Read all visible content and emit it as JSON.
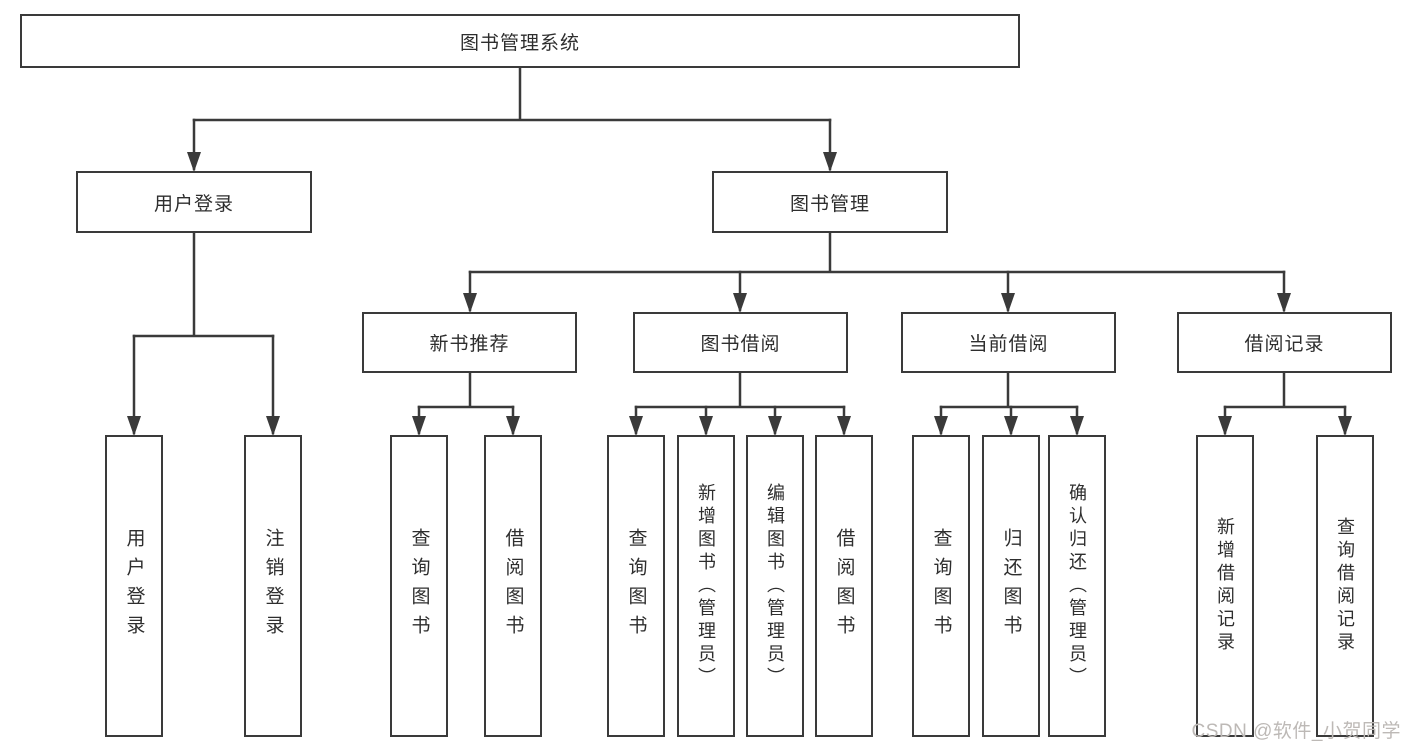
{
  "tree": {
    "label": "图书管理系统",
    "children": [
      {
        "label": "用户登录",
        "children": [
          {
            "label": "用户登录"
          },
          {
            "label": "注销登录"
          }
        ]
      },
      {
        "label": "图书管理",
        "children": [
          {
            "label": "新书推荐",
            "children": [
              {
                "label": "查询图书"
              },
              {
                "label": "借阅图书"
              }
            ]
          },
          {
            "label": "图书借阅",
            "children": [
              {
                "label": "查询图书"
              },
              {
                "label": "新增图书（管理员）"
              },
              {
                "label": "编辑图书（管理员）"
              },
              {
                "label": "借阅图书"
              }
            ]
          },
          {
            "label": "当前借阅",
            "children": [
              {
                "label": "查询图书"
              },
              {
                "label": "归还图书"
              },
              {
                "label": "确认归还（管理员）"
              }
            ]
          },
          {
            "label": "借阅记录",
            "children": [
              {
                "label": "新增借阅记录"
              },
              {
                "label": "查询借阅记录"
              }
            ]
          }
        ]
      }
    ]
  },
  "watermark": "CSDN @软件_小贺同学",
  "colors": {
    "line": "#3a3a3a",
    "box_border": "#3a3a3a",
    "text": "#2e2e2e",
    "background": "#ffffff",
    "watermark": "#bdb9b6"
  }
}
